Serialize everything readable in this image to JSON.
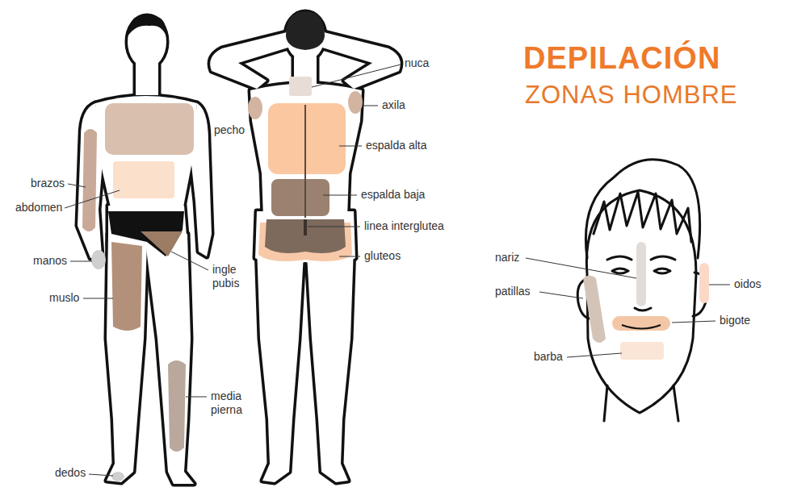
{
  "diagram": {
    "title": "DEPILACIÓN",
    "labels": [
      "ZONAS HOMBRE",
      "nuca",
      "axila",
      "pecho",
      "espalda alta",
      "brazos",
      "abdomen",
      "espalda baja",
      "linea interglutea",
      "manos",
      "gluteos",
      "ingle pubis",
      "muslo",
      "nariz",
      "patillas",
      "oidos",
      "bigote",
      "barba",
      "media pierna",
      "dedos"
    ]
  }
}
